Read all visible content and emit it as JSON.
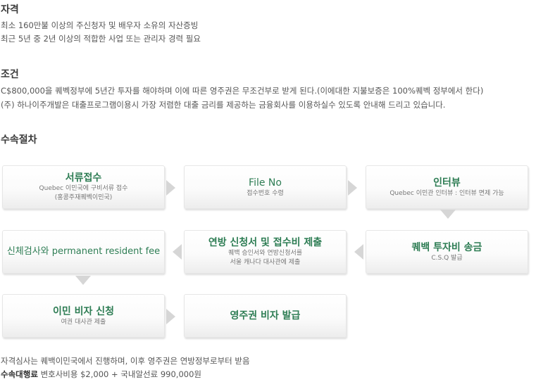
{
  "qualification": {
    "title": "자격",
    "lines": [
      "최소 160만불 이상의 주신청자 및 배우자 소유의 자산증빙",
      "최근 5년 중 2년 이상의 적합한 사업 또는 관리자 경력 필요"
    ]
  },
  "conditions": {
    "title": "조건",
    "lines": [
      "C$800,000을 퀘벡정부에 5년간 투자를 해야하며 이에 따른 영주권은 무조건부로 받게 된다.(이에대한 지불보증은 100%퀘벡 정부에서 한다)",
      "(주) 하나이주개발은 대출프로그램이용시 가장 저렴한 대출 금리를 제공하는 금융회사를 이용하실수 있도록 안내해 드리고 있습니다."
    ]
  },
  "procedure": {
    "title": "수속절차",
    "steps": [
      {
        "title": "서류접수",
        "sub1": "Quebec 이민국에 구비서류 접수",
        "sub2": "(홍콩주재퀘벡이민국)"
      },
      {
        "title": "File No",
        "sub1": "접수번호 수령",
        "sub2": ""
      },
      {
        "title": "인터뷰",
        "sub1": "Quebec 이민관 인터뷰 : 인터뷰 면제 가능",
        "sub2": ""
      },
      {
        "title": "퀘백 투자비 송금",
        "sub1": "C.S.Q 발급",
        "sub2": ""
      },
      {
        "title": "연방 신청서 및 접수비 제출",
        "sub1": "퀘백 승인서와 연방신청서를",
        "sub2": "서울 캐나다 대사관에 제출"
      },
      {
        "title": "신체검사와 permanent resident fee",
        "sub1": "",
        "sub2": ""
      },
      {
        "title": "이민 비자 신청",
        "sub1": "여권 대사관 제출",
        "sub2": ""
      },
      {
        "title": "영주권 비자 발급",
        "sub1": "",
        "sub2": ""
      }
    ]
  },
  "footer": {
    "note": "자격심사는 퀘백이민국에서 진행하며, 이후 영주권은 연방정부로부터 받음",
    "fee_label": "수속대행료",
    "fee_text": "변호사비용 $2,000 + 국내알선료 990,000원"
  }
}
